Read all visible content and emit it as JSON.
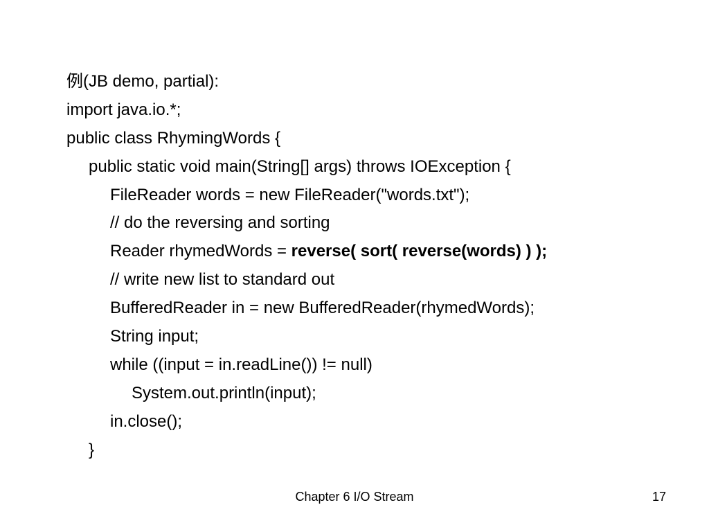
{
  "code": {
    "line_1": "例(JB demo, partial):",
    "line_2": "import java.io.*;",
    "line_3": "public class RhymingWords {",
    "line_4": "public static void main(String[] args) throws IOException {",
    "line_5": "FileReader words = new FileReader(\"words.txt\");",
    "line_6": "// do the reversing and sorting",
    "line_7_plain": "Reader rhymedWords = ",
    "line_7_bold": "reverse( sort( reverse(words) ) );",
    "line_8": "// write new list to standard out",
    "line_9": "BufferedReader in = new BufferedReader(rhymedWords);",
    "line_10": "String input;",
    "line_11": "while ((input = in.readLine()) != null)",
    "line_12": "System.out.println(input);",
    "line_13": "in.close();",
    "line_14": "}"
  },
  "footer": {
    "title": "Chapter 6 I/O Stream",
    "page_number": "17"
  }
}
